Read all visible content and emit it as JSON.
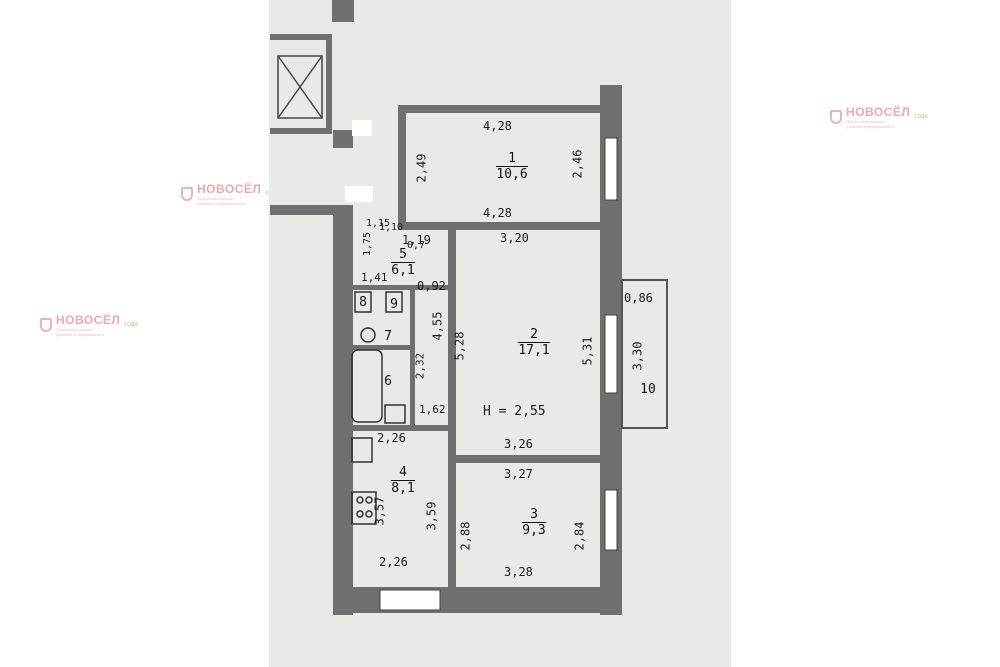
{
  "watermark": {
    "brand": "НОВОСЁЛ",
    "tagline": "Профессиональные решения в недвижимости",
    "badge": "ГОДА"
  },
  "plan": {
    "height_note": "Н = 2,55",
    "rooms": [
      {
        "number": "1",
        "area": "10,6"
      },
      {
        "number": "2",
        "area": "17,1"
      },
      {
        "number": "3",
        "area": "9,3"
      },
      {
        "number": "4",
        "area": "8,1"
      },
      {
        "number": "5",
        "area": "6,1"
      },
      {
        "number": "6",
        "area": ""
      },
      {
        "number": "7",
        "area": ""
      },
      {
        "number": "8",
        "area": ""
      },
      {
        "number": "9",
        "area": ""
      },
      {
        "number": "10",
        "area": ""
      }
    ],
    "dimensions": {
      "r1_top": "4,28",
      "r1_bottom": "4,28",
      "r1_left": "2,49",
      "r1_right": "2,46",
      "r2_top": "3,20",
      "r2_bottom": "3,26",
      "r2_left": "5,28",
      "r2_right": "5,31",
      "r3_top": "3,27",
      "r3_bottom": "3,28",
      "r3_left": "2,88",
      "r3_right": "2,84",
      "r4_top": "2,26",
      "r4_bottom": "2,26",
      "r4_left": "3,57",
      "r4_right": "3,59",
      "hall_a": "1,19",
      "hall_b": "1,15",
      "hall_c": "1,10",
      "hall_d": "1,75",
      "hall_e": "0,92",
      "hall_f": "1,41",
      "hall_g": "4,55",
      "bath_a": "2,32",
      "bath_b": "1,62",
      "bath_c": "0,7",
      "balcony_w": "0,86",
      "balcony_h": "3,30"
    }
  }
}
